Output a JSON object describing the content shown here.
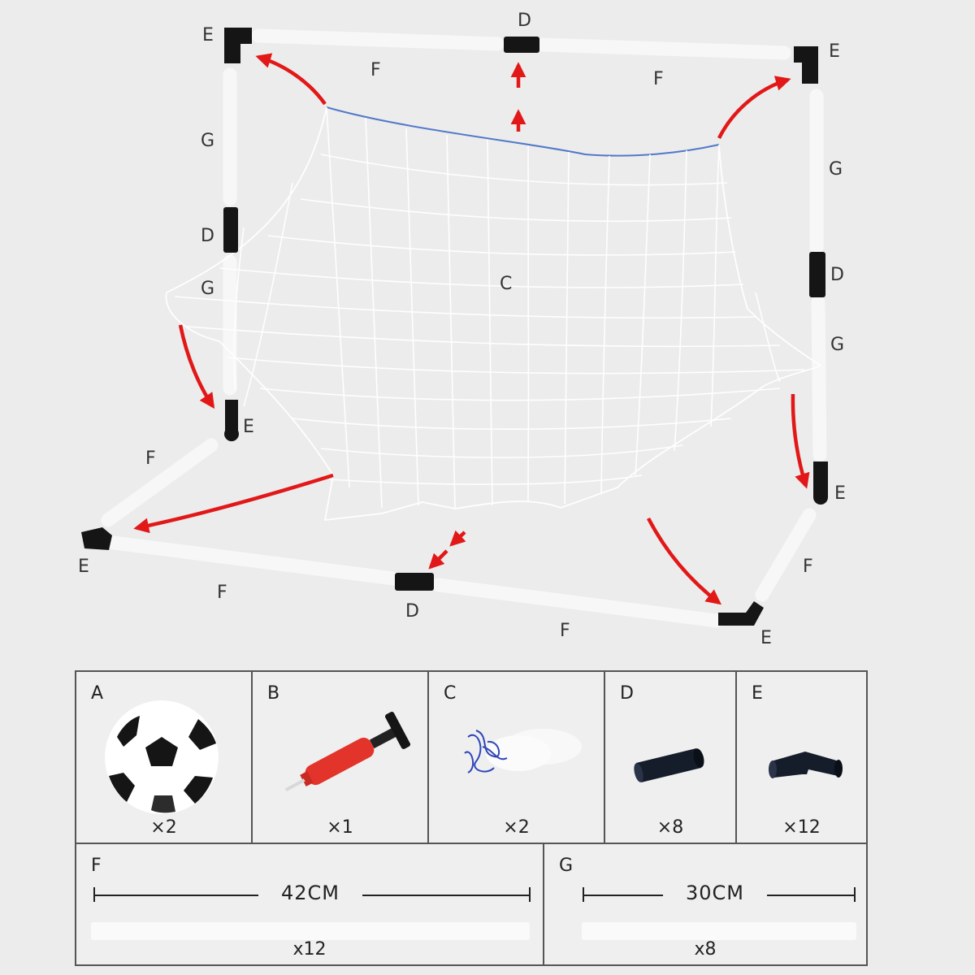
{
  "diagram": {
    "labels": {
      "E_tl": "E",
      "D_top": "D",
      "E_tr": "E",
      "F_top_left": "F",
      "F_top_right": "F",
      "G_left_upper": "G",
      "D_left": "D",
      "G_left_lower": "G",
      "C_net": "C",
      "G_right_upper": "G",
      "D_right": "D",
      "G_right_lower": "G",
      "E_left_mid": "E",
      "F_left_side": "F",
      "E_right_mid": "E",
      "F_right_side": "F",
      "E_bl": "E",
      "F_bottom_left": "F",
      "D_bottom": "D",
      "F_bottom_right": "F",
      "E_br": "E"
    },
    "colors": {
      "arrow": "#e21818",
      "connector": "#151515",
      "pipe": "#f7f7f7",
      "net": "#ffffff",
      "net_top_cord": "#4a73c8"
    }
  },
  "parts": [
    {
      "letter": "A",
      "qty": "×2",
      "icon": "soccer-ball-icon"
    },
    {
      "letter": "B",
      "qty": "×1",
      "icon": "hand-pump-icon"
    },
    {
      "letter": "C",
      "qty": "×2",
      "icon": "net-bundle-icon"
    },
    {
      "letter": "D",
      "qty": "×8",
      "icon": "straight-connector-icon"
    },
    {
      "letter": "E",
      "qty": "×12",
      "icon": "elbow-connector-icon"
    }
  ],
  "rods": [
    {
      "letter": "F",
      "length": "42CM",
      "qty": "x12"
    },
    {
      "letter": "G",
      "length": "30CM",
      "qty": "x8"
    }
  ]
}
